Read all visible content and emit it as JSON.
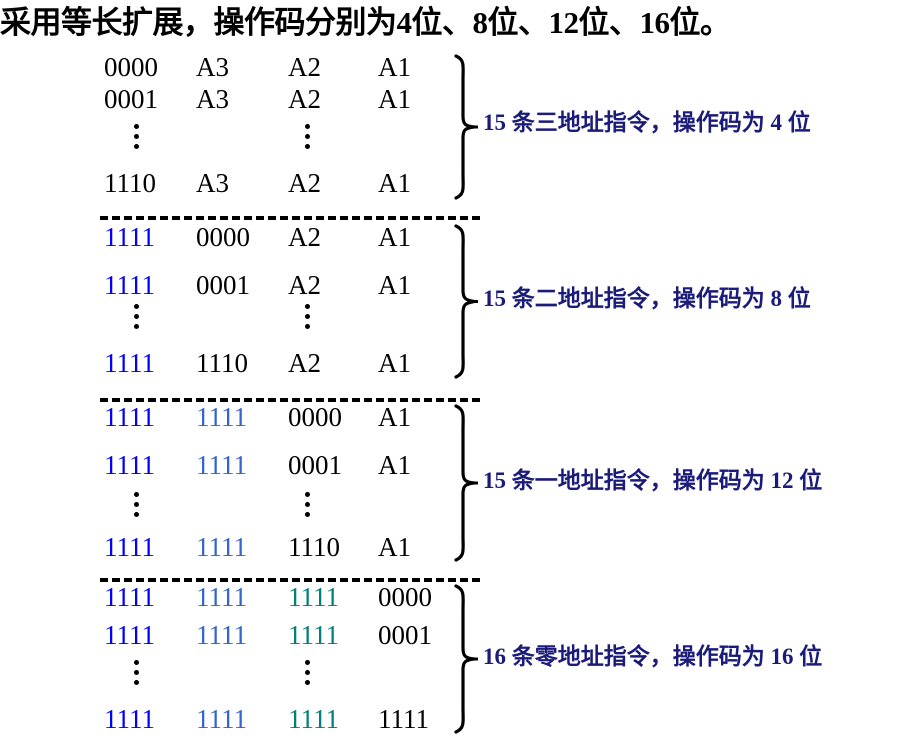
{
  "title": "采用等长扩展，操作码分别为4位、8位、12位、16位。",
  "colors": {
    "text_black": "#000000",
    "code_col1_blue": "#0000ff",
    "code_col2_blue": "#3366cc",
    "code_col3_teal": "#008077",
    "annotation_navy": "#1b1b7a",
    "background": "#ffffff"
  },
  "vertical_ellipsis": "⋮",
  "blocks": [
    {
      "id": "three-address",
      "annotation": "15 条三地址指令，操作码为 4 位",
      "count": "15",
      "opcode_bits": "4",
      "rows": [
        {
          "type": "code",
          "cells": [
            "0000",
            "A3",
            "A2",
            "A1"
          ],
          "colors": [
            "black",
            "black",
            "black",
            "black"
          ]
        },
        {
          "type": "code",
          "cells": [
            "0001",
            "A3",
            "A2",
            "A1"
          ],
          "colors": [
            "black",
            "black",
            "black",
            "black"
          ]
        },
        {
          "type": "dots",
          "cells": [
            "⋮",
            "",
            "⋮",
            ""
          ],
          "colors": [
            "black",
            "black",
            "black",
            "black"
          ]
        },
        {
          "type": "code",
          "cells": [
            "1110",
            "A3",
            "A2",
            "A1"
          ],
          "colors": [
            "black",
            "black",
            "black",
            "black"
          ]
        }
      ]
    },
    {
      "id": "two-address",
      "annotation": "15 条二地址指令，操作码为 8 位",
      "count": "15",
      "opcode_bits": "8",
      "rows": [
        {
          "type": "code",
          "cells": [
            "1111",
            "0000",
            "A2",
            "A1"
          ],
          "colors": [
            "blue",
            "black",
            "black",
            "black"
          ]
        },
        {
          "type": "code",
          "cells": [
            "1111",
            "0001",
            "A2",
            "A1"
          ],
          "colors": [
            "blue",
            "black",
            "black",
            "black"
          ]
        },
        {
          "type": "dots",
          "cells": [
            "⋮",
            "",
            "⋮",
            ""
          ],
          "colors": [
            "black",
            "black",
            "black",
            "black"
          ]
        },
        {
          "type": "code",
          "cells": [
            "1111",
            "1110",
            "A2",
            "A1"
          ],
          "colors": [
            "blue",
            "black",
            "black",
            "black"
          ]
        }
      ]
    },
    {
      "id": "one-address",
      "annotation": "15 条一地址指令，操作码为 12 位",
      "count": "15",
      "opcode_bits": "12",
      "rows": [
        {
          "type": "code",
          "cells": [
            "1111",
            "1111",
            "0000",
            "A1"
          ],
          "colors": [
            "blue",
            "blue2",
            "black",
            "black"
          ]
        },
        {
          "type": "code",
          "cells": [
            "1111",
            "1111",
            "0001",
            "A1"
          ],
          "colors": [
            "blue",
            "blue2",
            "black",
            "black"
          ]
        },
        {
          "type": "dots",
          "cells": [
            "⋮",
            "",
            "⋮",
            ""
          ],
          "colors": [
            "black",
            "black",
            "black",
            "black"
          ]
        },
        {
          "type": "code",
          "cells": [
            "1111",
            "1111",
            "1110",
            "A1"
          ],
          "colors": [
            "blue",
            "blue2",
            "black",
            "black"
          ]
        }
      ]
    },
    {
      "id": "zero-address",
      "annotation": "16 条零地址指令，操作码为 16 位",
      "count": "16",
      "opcode_bits": "16",
      "rows": [
        {
          "type": "code",
          "cells": [
            "1111",
            "1111",
            "1111",
            "0000"
          ],
          "colors": [
            "blue",
            "blue2",
            "teal",
            "black"
          ]
        },
        {
          "type": "code",
          "cells": [
            "1111",
            "1111",
            "1111",
            "0001"
          ],
          "colors": [
            "blue",
            "blue2",
            "teal",
            "black"
          ]
        },
        {
          "type": "dots",
          "cells": [
            "⋮",
            "",
            "⋮",
            ""
          ],
          "colors": [
            "black",
            "black",
            "black",
            "black"
          ]
        },
        {
          "type": "code",
          "cells": [
            "1111",
            "1111",
            "1111",
            "1111"
          ],
          "colors": [
            "blue",
            "blue2",
            "teal",
            "black"
          ]
        }
      ]
    }
  ]
}
